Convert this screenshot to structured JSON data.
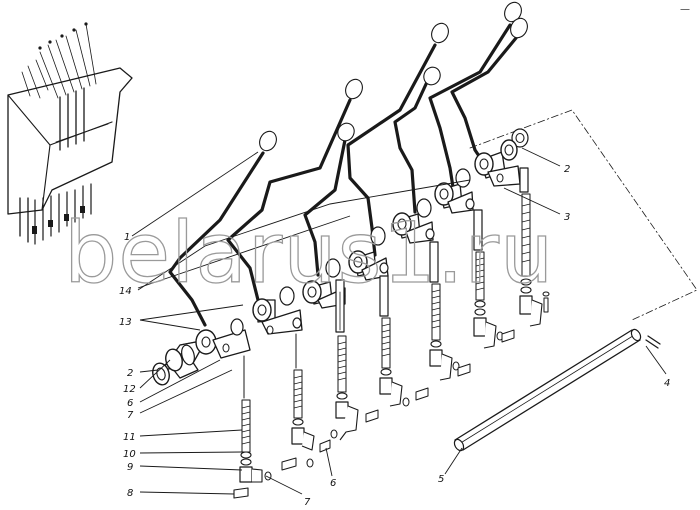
{
  "watermark": "belarus1.ru",
  "corner_mark": "—",
  "callouts": [
    {
      "id": "c1",
      "text": "1"
    },
    {
      "id": "c14",
      "text": "14"
    },
    {
      "id": "c13",
      "text": "13"
    },
    {
      "id": "c2l",
      "text": "2"
    },
    {
      "id": "c12",
      "text": "12"
    },
    {
      "id": "c6l",
      "text": "6"
    },
    {
      "id": "c7l",
      "text": "7"
    },
    {
      "id": "c11",
      "text": "11"
    },
    {
      "id": "c10",
      "text": "10"
    },
    {
      "id": "c9",
      "text": "9"
    },
    {
      "id": "c8",
      "text": "8"
    },
    {
      "id": "c7b",
      "text": "7"
    },
    {
      "id": "c6b",
      "text": "6"
    },
    {
      "id": "c5",
      "text": "5"
    },
    {
      "id": "c4",
      "text": "4"
    },
    {
      "id": "c3",
      "text": "3"
    },
    {
      "id": "c2r",
      "text": "2"
    }
  ]
}
